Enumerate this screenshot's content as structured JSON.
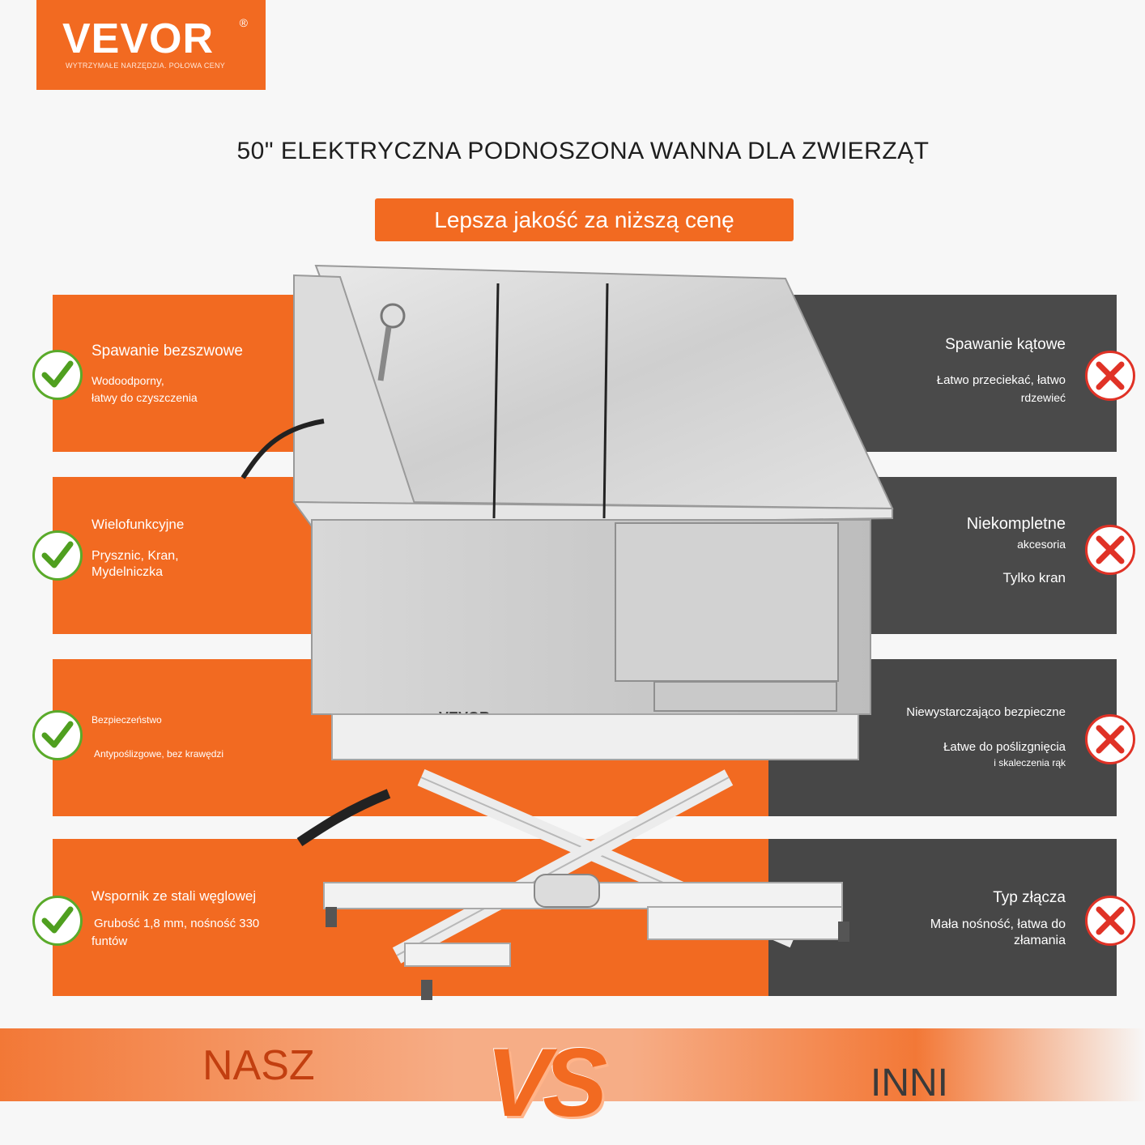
{
  "brand": {
    "name": "VEVOR",
    "registered": "®",
    "tagline": "WYTRZYMAŁE NARZĘDZIA. POŁOWA CENY"
  },
  "title": "50\" ELEKTRYCZNA PODNOSZONA WANNA DLA ZWIERZĄT",
  "banner": "Lepsza jakość za niższą cenę",
  "product_label": "VEVOR",
  "ours": [
    {
      "heading": "Spawanie bezszwowe",
      "line1": "Wodoodporny,",
      "line2": "łatwy do czyszczenia"
    },
    {
      "heading": "Wielofunkcyjne",
      "line1": "Prysznic, Kran,",
      "line2": "Mydelniczka"
    },
    {
      "heading": "Bezpieczeństwo",
      "line1": "Antypoślizgowe, bez krawędzi",
      "line2": ""
    },
    {
      "heading": "Wspornik ze stali węglowej",
      "line1": "Grubość 1,8 mm, nośność 330",
      "line2": "funtów"
    }
  ],
  "others": [
    {
      "heading": "Spawanie kątowe",
      "line1": "Łatwo przeciekać, łatwo",
      "line2": "rdzewieć",
      "line3": ""
    },
    {
      "heading": "Niekompletne",
      "line1": "akcesoria",
      "line2": "Tylko kran",
      "line3": ""
    },
    {
      "heading": "Niewystarczająco bezpieczne",
      "line1": "Łatwe do poślizgnięcia",
      "line2": "i skaleczenia rąk",
      "line3": ""
    },
    {
      "heading": "Typ złącza",
      "line1": "Mała nośność, łatwa do",
      "line2": "złamania",
      "line3": ""
    }
  ],
  "comparison": {
    "left": "NASZ",
    "vs": "VS",
    "right": "INNI"
  },
  "colors": {
    "orange": "#f26a21",
    "dark": "#4a4a4a",
    "check": "#5aaa2a",
    "cross": "#e03226"
  }
}
